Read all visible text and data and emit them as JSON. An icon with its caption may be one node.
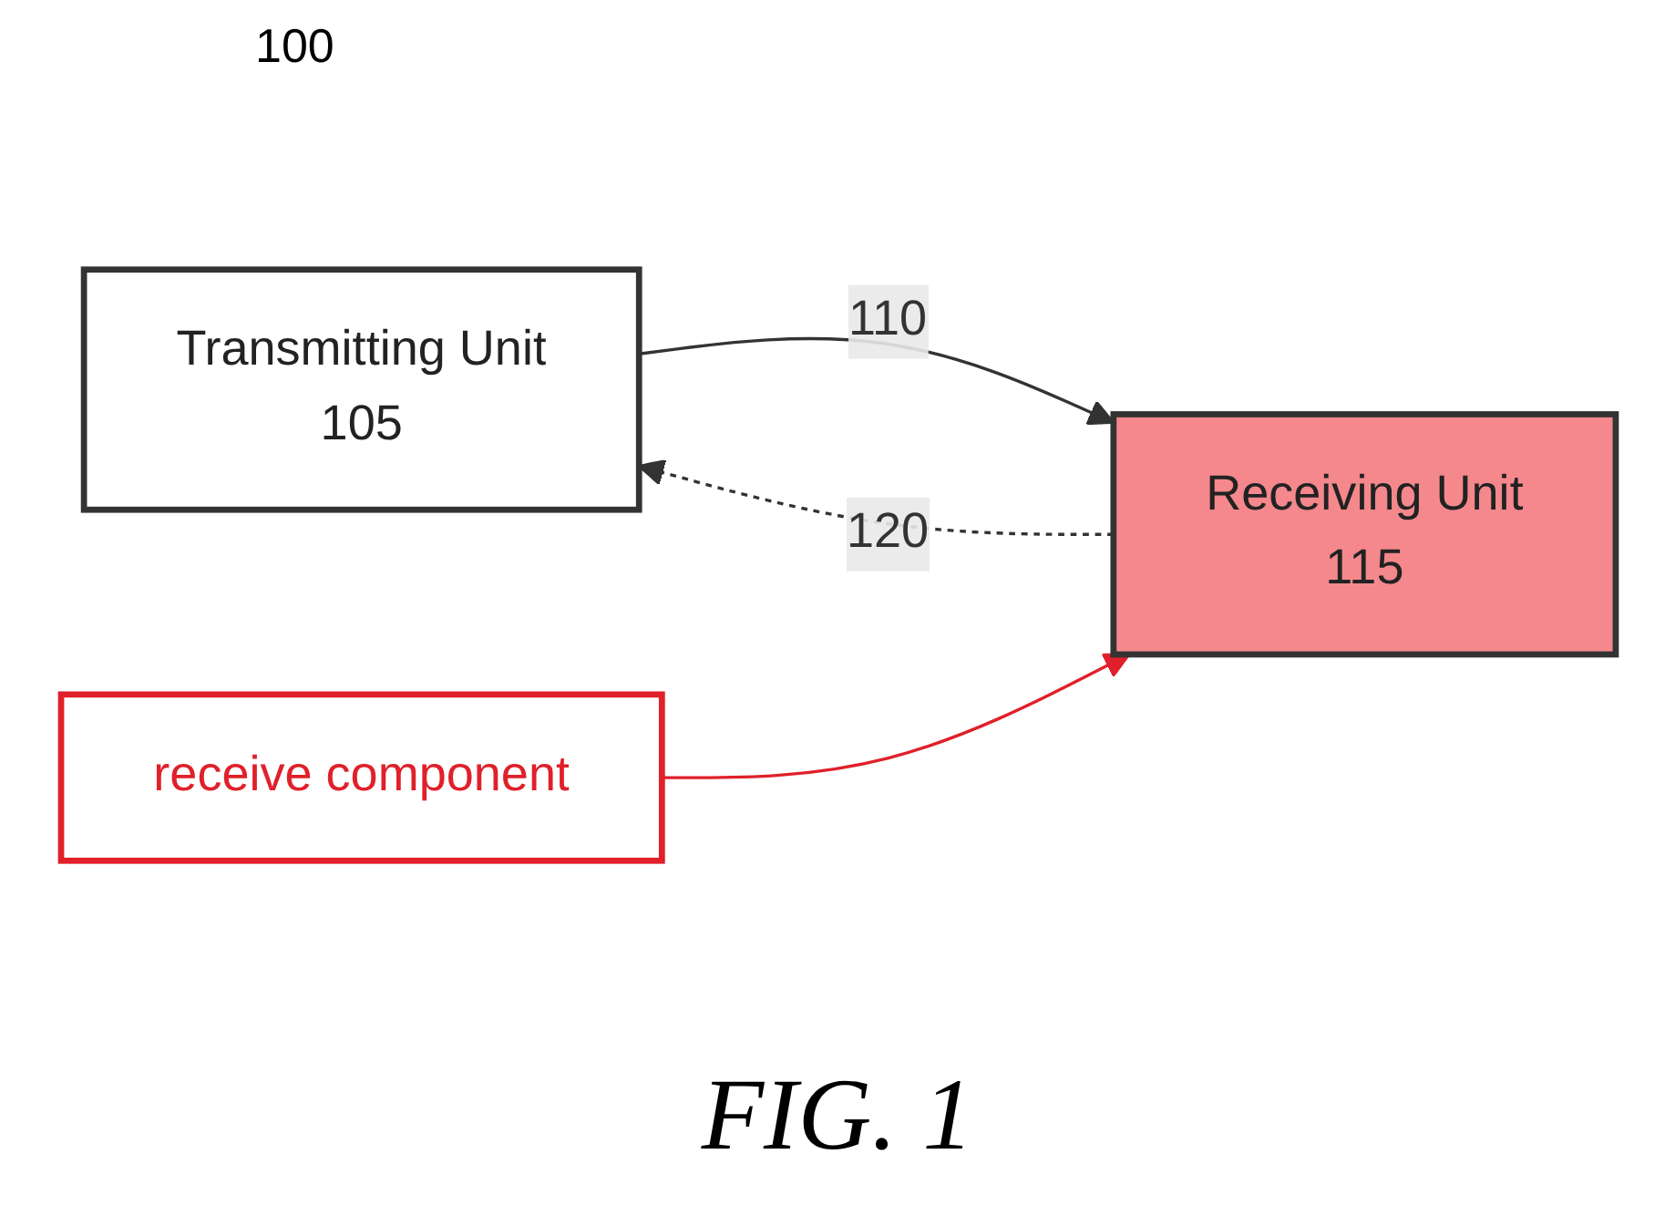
{
  "diagram": {
    "caption": "FIG. 1",
    "nodes": [
      {
        "text": [
          "Transmitting Unit",
          "105"
        ]
      },
      {
        "text": [
          "Receiving Unit",
          "115"
        ]
      },
      {
        "text": [
          "receive component"
        ]
      }
    ],
    "edges": [
      {
        "from": 0,
        "to": 1,
        "arrow": "to",
        "label": "110"
      },
      {
        "from": 1,
        "to": 0,
        "arrow": "to",
        "label": "120",
        "style": "dashed"
      },
      {
        "from": 2,
        "to": 1,
        "arrow": "to",
        "color": "#e0202a"
      }
    ],
    "labels": [
      "100"
    ]
  }
}
